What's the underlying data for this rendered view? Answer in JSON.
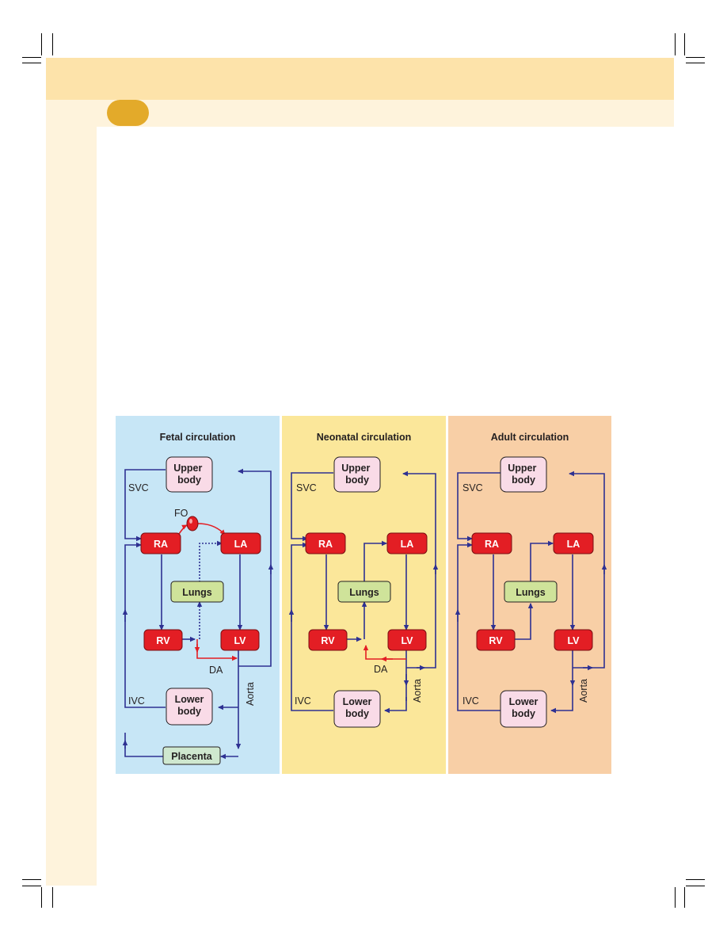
{
  "colors": {
    "header_band": "#fde3aa",
    "light_band": "#fef3dc",
    "badge": "#e3aa2a",
    "fetal_bg": "#c7e6f6",
    "neonatal_bg": "#fbe79a",
    "adult_bg": "#f8cfa6",
    "chamber": "#e31e24",
    "body_box": "#f9dbe7",
    "lungs_box": "#cfe39a",
    "placenta_box": "#cfe8cf",
    "flow_arrow": "#2e3192",
    "shunt_arrow": "#e31e24"
  },
  "panels": [
    {
      "title": "Fetal circulation",
      "upper_body": "Upper\nbody",
      "lower_body": "Lower\nbody",
      "ra": "RA",
      "la": "LA",
      "rv": "RV",
      "lv": "LV",
      "lungs": "Lungs",
      "placenta": "Placenta",
      "fo": "FO",
      "svc": "SVC",
      "ivc": "IVC",
      "da": "DA",
      "aorta": "Aorta"
    },
    {
      "title": "Neonatal circulation",
      "upper_body": "Upper\nbody",
      "lower_body": "Lower\nbody",
      "ra": "RA",
      "la": "LA",
      "rv": "RV",
      "lv": "LV",
      "lungs": "Lungs",
      "svc": "SVC",
      "ivc": "IVC",
      "da": "DA",
      "aorta": "Aorta"
    },
    {
      "title": "Adult circulation",
      "upper_body": "Upper\nbody",
      "lower_body": "Lower\nbody",
      "ra": "RA",
      "la": "LA",
      "rv": "RV",
      "lv": "LV",
      "lungs": "Lungs",
      "svc": "SVC",
      "ivc": "IVC",
      "aorta": "Aorta"
    }
  ]
}
